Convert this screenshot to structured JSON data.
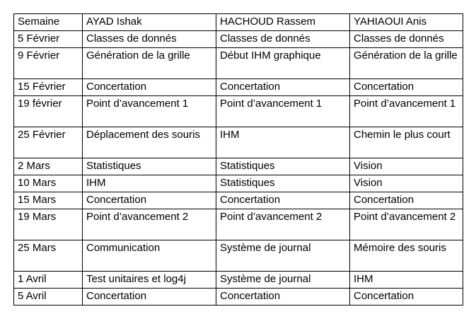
{
  "table": {
    "header": [
      "Semaine",
      "AYAD Ishak",
      "HACHOUD Rassem",
      "YAHIAOUI Anis"
    ],
    "rows": [
      [
        "5 Février",
        "Classes de donnés",
        "Classes de donnés",
        "Classes de donnés"
      ],
      [
        "9 Février",
        "Génération de la grille",
        "Début IHM graphique",
        "Génération de la grille"
      ],
      [
        "15 Février",
        "Concertation",
        "Concertation",
        "Concertation"
      ],
      [
        "19 février",
        "Point d’avancement 1",
        "Point d’avancement 1",
        "Point d’avancement 1"
      ],
      [
        "25 Février",
        "Déplacement des souris",
        "IHM",
        "Chemin le plus court"
      ],
      [
        "2 Mars",
        "Statistiques",
        "Statistiques",
        "Vision"
      ],
      [
        "10 Mars",
        "IHM",
        "Statistiques",
        "Vision"
      ],
      [
        "15 Mars",
        "Concertation",
        "Concertation",
        "Concertation"
      ],
      [
        "19 Mars",
        "Point d’avancement 2",
        "Point d’avancement 2",
        "Point d’avancement 2"
      ],
      [
        "25 Mars",
        "Communication",
        "Système de journal",
        "Mémoire des souris"
      ],
      [
        "1 Avril",
        "Test unitaires et log4j",
        "Système de journal",
        "IHM"
      ],
      [
        "5 Avril",
        "Concertation",
        "Concertation",
        "Concertation"
      ]
    ]
  }
}
